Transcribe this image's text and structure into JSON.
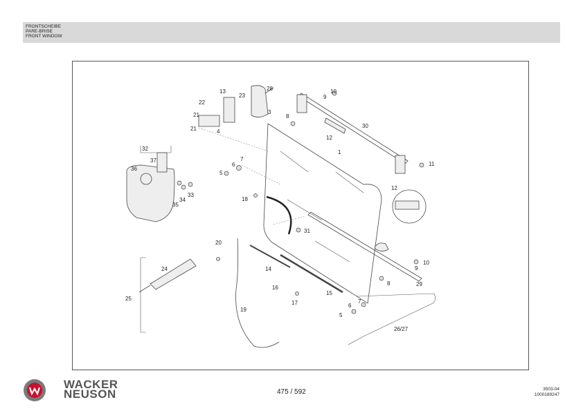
{
  "header": {
    "line1": "FRONTSCHEIBE",
    "line2": "PARE-BRISE",
    "line3": "FRONT WINDOW"
  },
  "diagram": {
    "callouts": {
      "c1": "1",
      "c3": "3",
      "c4": "4",
      "c5a": "5",
      "c5b": "5",
      "c6a": "6",
      "c6b": "6",
      "c7a": "7",
      "c7b": "7",
      "c8a": "8",
      "c8b": "8",
      "c9a": "9",
      "c9b": "9",
      "c10a": "10",
      "c10b": "10",
      "c11": "11",
      "c12a": "12",
      "c12b": "12",
      "c13": "13",
      "c14": "14",
      "c15": "15",
      "c16": "16",
      "c17": "17",
      "c18": "18",
      "c19": "19",
      "c20": "20",
      "c21a": "21",
      "c21b": "21",
      "c22": "22",
      "c23": "23",
      "c24": "24",
      "c25": "25",
      "c26_27": "26/27",
      "c28": "28",
      "c29": "29",
      "c30": "30",
      "c31": "31",
      "c32": "32",
      "c33": "33",
      "c34": "34",
      "c35": "35",
      "c36": "36",
      "c37": "37"
    }
  },
  "footer": {
    "brand_line1": "WACKER",
    "brand_line2": "NEUSON",
    "page": "475 / 592",
    "code1": "3503-04",
    "code2": "1000189247"
  },
  "colors": {
    "header_bg": "#d9d9d9",
    "logo_red": "#c8102e",
    "brand_gray": "#555555"
  }
}
